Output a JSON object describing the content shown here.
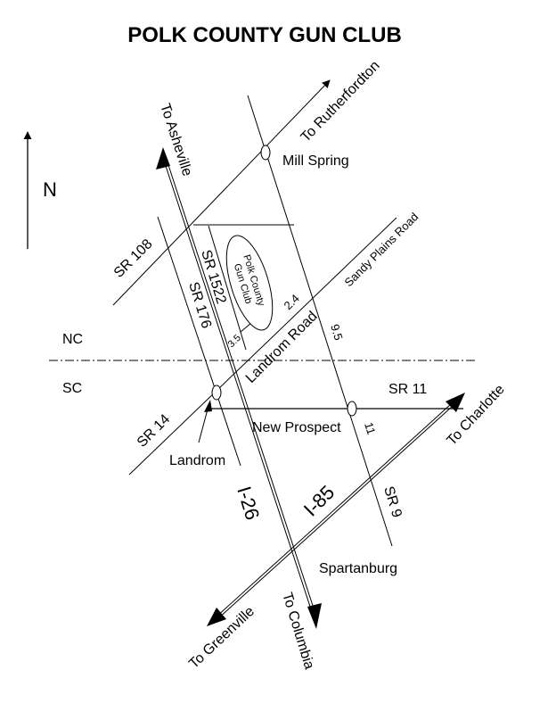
{
  "title": "POLK COUNTY GUN CLUB",
  "compass": {
    "label": "N",
    "icon": "north-arrow-icon"
  },
  "states": {
    "north": "NC",
    "south": "SC"
  },
  "destinations": {
    "rutherfordton": "To Rutherfordton",
    "asheville": "To Asheville",
    "charlotte": "To Charlotte",
    "greenville": "To Greenville",
    "columbia": "To Columbia"
  },
  "roads": {
    "sr108": "SR 108",
    "sr1522": "SR 1522",
    "sr176": "SR 176",
    "sr14": "SR 14",
    "sr11": "SR 11",
    "sr9": "SR 9",
    "i26": "I-26",
    "i85": "I-85",
    "sandy_plains": "Sandy Plains Road",
    "landrom_road": "Landrom Road"
  },
  "towns": {
    "mill_spring": "Mill Spring",
    "new_prospect": "New  Prospect",
    "landrom": "Landrom",
    "spartanburg": "Spartanburg"
  },
  "destination_label": {
    "line1": "Polk County",
    "line2": "Gun Club"
  },
  "distances": {
    "d_2_4": "2.4",
    "d_3_5": "3.5",
    "d_9_5": "9.5",
    "d_11": "11"
  }
}
